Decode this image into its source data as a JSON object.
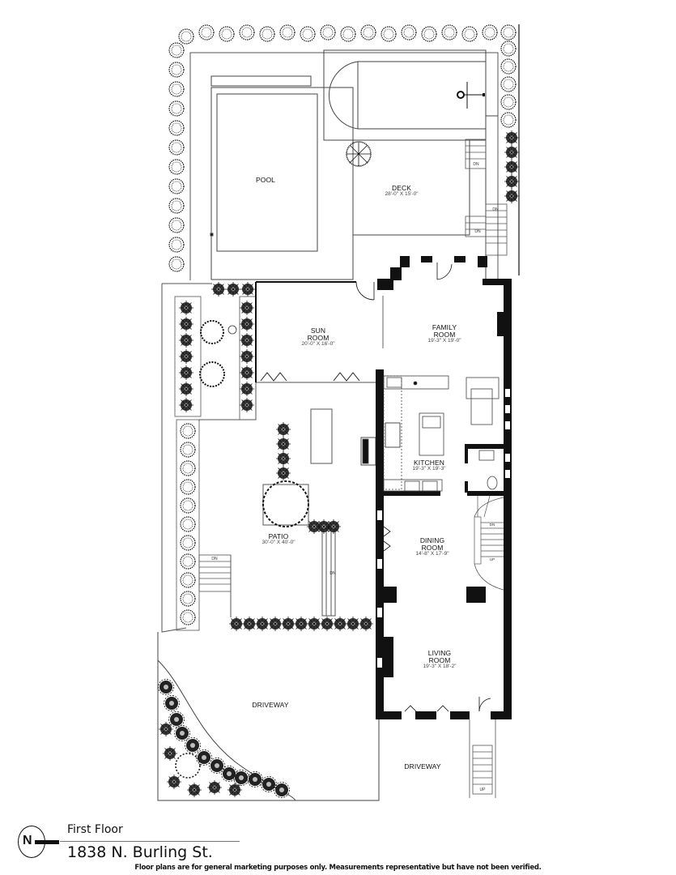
{
  "plan": {
    "floor_name": "First Floor",
    "address": "1838 N. Burling St.",
    "disclaimer": "Floor plans are for general marketing purposes only. Measurements representative but have not been verified.",
    "north_label": "N"
  },
  "rooms": {
    "pool": {
      "name": "POOL",
      "dim": ""
    },
    "deck": {
      "name": "DECK",
      "dim": "28'-0\" X 15'-0\""
    },
    "sun_room": {
      "name": "SUN ROOM",
      "line1": "SUN",
      "line2": "ROOM",
      "dim": "20'-0\" X 16'-0\""
    },
    "family_room": {
      "name": "FAMILY ROOM",
      "line1": "FAMILY",
      "line2": "ROOM",
      "dim": "19'-3\" X 19'-0\""
    },
    "kitchen": {
      "name": "KITCHEN",
      "dim": "19'-3\" X 19'-3\""
    },
    "patio": {
      "name": "PATIO",
      "dim": "30'-0\" X 40'-0\""
    },
    "dining_room": {
      "name": "DINING ROOM",
      "line1": "DINING",
      "line2": "ROOM",
      "dim": "14'-8\" X 17'-9\""
    },
    "living_room": {
      "name": "LIVING ROOM",
      "line1": "LIVING",
      "line2": "ROOM",
      "dim": "19'-3\" X 18'-2\""
    },
    "driveway_main": {
      "name": "DRIVEWAY",
      "dim": ""
    },
    "driveway_side": {
      "name": "DRIVEWAY",
      "dim": ""
    }
  },
  "stair_labels": {
    "dn": "DN",
    "up": "UP"
  },
  "colors": {
    "wall": "#111111",
    "line": "#333333",
    "background": "#ffffff"
  }
}
